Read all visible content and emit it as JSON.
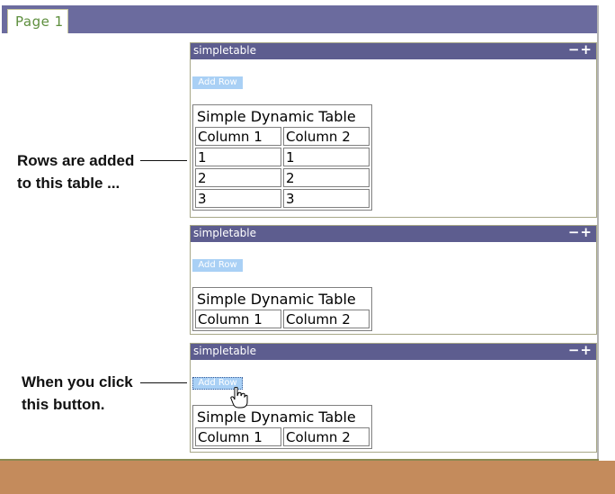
{
  "tabs": [
    {
      "label": "Page 1"
    }
  ],
  "portlets": [
    {
      "title": "simpletable",
      "controls": "−+",
      "add_row_label": "Add Row",
      "table": {
        "caption": "Simple Dynamic Table",
        "headers": [
          "Column 1",
          "Column 2"
        ],
        "rows": [
          [
            "1",
            "1"
          ],
          [
            "2",
            "2"
          ],
          [
            "3",
            "3"
          ]
        ]
      }
    },
    {
      "title": "simpletable",
      "controls": "−+",
      "add_row_label": "Add Row",
      "table": {
        "caption": "Simple Dynamic Table",
        "headers": [
          "Column 1",
          "Column 2"
        ],
        "rows": []
      }
    },
    {
      "title": "simpletable",
      "controls": "−+",
      "add_row_label": "Add Row",
      "table": {
        "caption": "Simple Dynamic Table",
        "headers": [
          "Column 1",
          "Column 2"
        ],
        "rows": []
      }
    }
  ],
  "callouts": [
    {
      "line1": "Rows are added",
      "line2": "to this table ..."
    },
    {
      "line1": "When you click",
      "line2": "this button."
    }
  ],
  "colors": {
    "header_bar": "#5d5d8f",
    "tab_bar": "#6b6b9e",
    "button": "#a9d0f5",
    "tab_text": "#5e8f3e",
    "ground": "#c48b5c"
  }
}
